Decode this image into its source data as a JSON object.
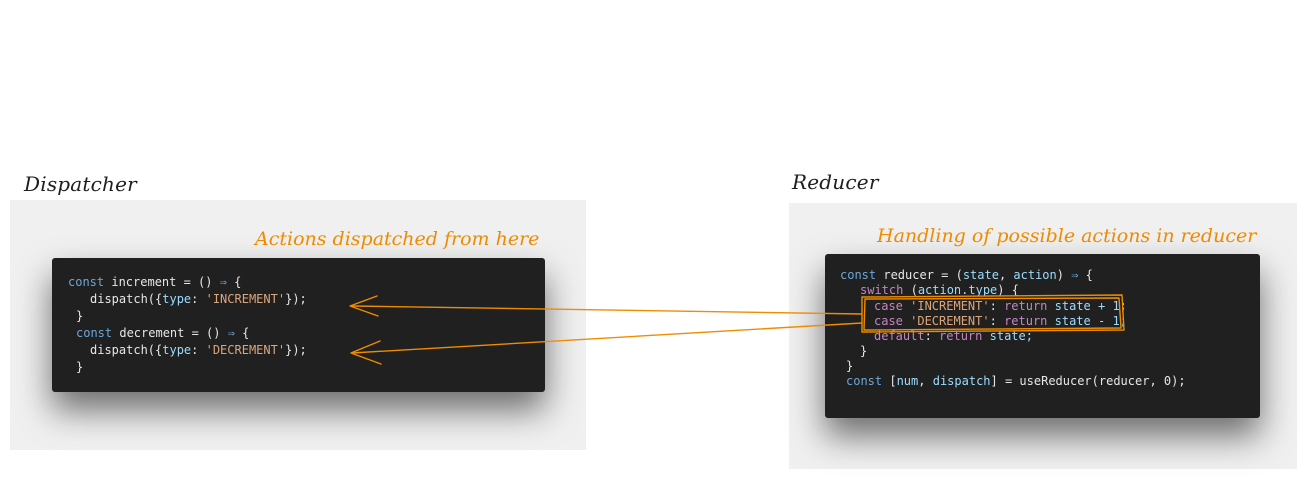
{
  "dispatcher": {
    "title": "Dispatcher",
    "note": "Actions dispatched from here",
    "code": {
      "inc_const": "const",
      "inc_name": " increment = () ",
      "inc_arrow": "⇒",
      "inc_open": " {",
      "inc_call": "dispatch({",
      "inc_type": "type",
      "inc_colon": ": ",
      "inc_str": "'INCREMENT'",
      "inc_close_call": "});",
      "inc_close": "}",
      "dec_const": "const",
      "dec_name": " decrement = () ",
      "dec_arrow": "⇒",
      "dec_open": " {",
      "dec_call": "dispatch({",
      "dec_type": "type",
      "dec_colon": ": ",
      "dec_str": "'DECREMENT'",
      "dec_close_call": "});",
      "dec_close": "}"
    }
  },
  "reducer": {
    "title": "Reducer",
    "note": "Handling of possible actions in reducer",
    "code": {
      "l1_const": "const",
      "l1_name": " reducer = (",
      "l1_state": "state",
      "l1_comma": ", ",
      "l1_action": "action",
      "l1_paren": ") ",
      "l1_arrow": "⇒",
      "l1_open": " {",
      "l2_switch": "switch",
      "l2_open": " (",
      "l2_expr": "action.type",
      "l2_close": ") {",
      "l3_case": "case",
      "l3_str": " 'INCREMENT'",
      "l3_colon": ": ",
      "l3_return": "return",
      "l3_expr": " state + 1;",
      "l4_case": "case",
      "l4_str": " 'DECREMENT'",
      "l4_colon": ": ",
      "l4_return": "return",
      "l4_expr": " state - 1;",
      "l5_default": "default",
      "l5_colon": ": ",
      "l5_return": "return",
      "l5_expr": " state;",
      "l6_close": "}",
      "l7_close": "}",
      "l8_const": "const",
      "l8_open": " [",
      "l8_num": "num",
      "l8_comma": ", ",
      "l8_dispatch": "dispatch",
      "l8_rest": "] = useReducer(reducer, 0);"
    }
  },
  "colors": {
    "annotation": "#f08c00",
    "panel": "#f0f0f0",
    "code_bg": "#202020"
  }
}
